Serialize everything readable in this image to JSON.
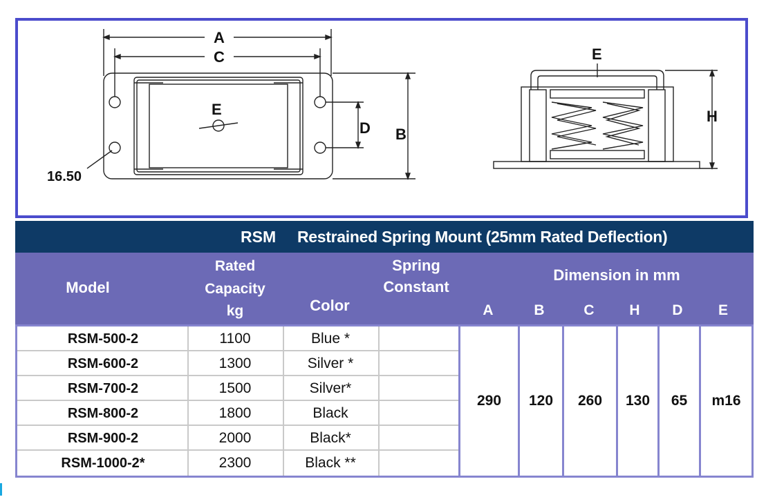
{
  "drawing": {
    "labels": {
      "A_top": "A",
      "C_top": "C",
      "E_plan": "E",
      "D_side": "D",
      "B_side": "B",
      "hole": "16.50",
      "E_elev": "E",
      "H_side": "H"
    }
  },
  "table": {
    "title_code": "RSM",
    "title_desc": "Restrained Spring Mount (25mm Rated Deflection)",
    "headers": {
      "model": "Model",
      "rated_capacity": [
        "Rated",
        "Capacity",
        "kg"
      ],
      "color": "Color",
      "spring_constant": [
        "Spring",
        "Constant"
      ],
      "dimension": "Dimension in mm",
      "letters": [
        "A",
        "B",
        "C",
        "H",
        "D",
        "E"
      ]
    },
    "rows": [
      {
        "model": "RSM-500-2",
        "capacity": "1100",
        "color": "Blue *",
        "spring": ""
      },
      {
        "model": "RSM-600-2",
        "capacity": "1300",
        "color": "Silver *",
        "spring": ""
      },
      {
        "model": "RSM-700-2",
        "capacity": "1500",
        "color": "Silver*",
        "spring": ""
      },
      {
        "model": "RSM-800-2",
        "capacity": "1800",
        "color": "Black",
        "spring": ""
      },
      {
        "model": "RSM-900-2",
        "capacity": "2000",
        "color": "Black*",
        "spring": ""
      },
      {
        "model": "RSM-1000-2*",
        "capacity": "2300",
        "color": "Black **",
        "spring": ""
      }
    ],
    "dimensions": {
      "A": "290",
      "B": "120",
      "C": "260",
      "H": "130",
      "D": "65",
      "E": "m16"
    }
  },
  "colors": {
    "frame_border": "#4b4ccc",
    "title_bar": "#0e3a66",
    "header_band": "#6c6ab6",
    "grid_border": "#8685cf"
  }
}
